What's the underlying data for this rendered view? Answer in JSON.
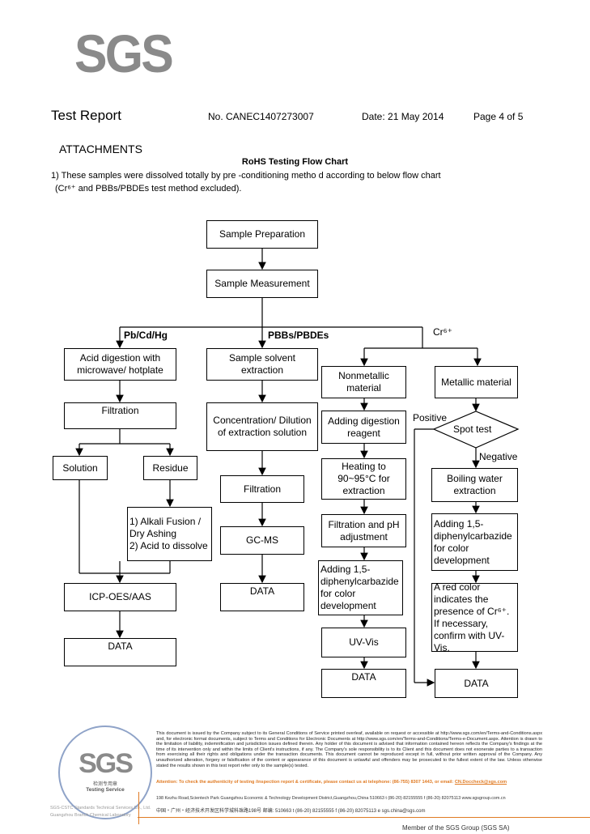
{
  "logo": "SGS",
  "header": {
    "title": "Test Report",
    "report_no": "No. CANEC1407273007",
    "date": "Date: 21 May 2014",
    "page": "Page 4 of 5"
  },
  "section": "ATTACHMENTS",
  "chart_title": "RoHS Testing Flow Chart",
  "intro_line1": "1) These samples were dissolved totally by pre -conditioning metho d according to below flow chart",
  "intro_line2": "(Cr⁶⁺ and PBBs/PBDEs  test method excluded).",
  "flow": {
    "sample_prep": "Sample Preparation",
    "sample_meas": "Sample Measurement",
    "branch_pb": "Pb/Cd/Hg",
    "branch_pbb": "PBBs/PBDEs",
    "branch_cr": "Cr⁶⁺",
    "acid": "Acid digestion with microwave/ hotplate",
    "filtration1": "Filtration",
    "solution": "Solution",
    "residue": "Residue",
    "residue_steps": "1) Alkali Fusion / Dry Ashing\n2) Acid to dissolve",
    "icp": "ICP-OES/AAS",
    "data1": "DATA",
    "solvent": "Sample solvent extraction",
    "concentration": "Concentration/ Dilution of extraction solution",
    "filtration2": "Filtration",
    "gcms": "GC-MS",
    "data2": "DATA",
    "nonmetallic": "Nonmetallic material",
    "metallic": "Metallic material",
    "digestion": "Adding digestion reagent",
    "heating": "Heating to 90~95°C for extraction",
    "filtration_ph": "Filtration and pH adjustment",
    "adding1": "Adding 1,5-diphenylcarbazide for color development",
    "uvvis": "UV-Vis",
    "data3": "DATA",
    "spot": "Spot test",
    "positive": "Positive",
    "negative": "Negative",
    "boiling": "Boiling water extraction",
    "adding2": "Adding 1,5-diphenylcarbazide for color development",
    "red": "A red color indicates the presence of Cr⁶⁺. If necessary, confirm with UV-Vis.",
    "data4": "DATA"
  },
  "footer": {
    "stamp_text": "SGS",
    "stamp_sub": "检测专用章",
    "stamp_service": "Testing Service",
    "company1": "SGS-CSTC Standards Technical Services Co., Ltd.",
    "company2": "Guangzhou Branch Chemical Laboratory",
    "disclaimer": "This document is issued by the Company subject to its General Conditions of Service printed overleaf, available on request or accessible at http://www.sgs.com/en/Terms-and-Conditions.aspx and, for electronic format documents, subject to Terms and Conditions for Electronic Documents at http://www.sgs.com/en/Terms-and-Conditions/Terms-e-Document.aspx. Attention is drawn to the limitation of liability, indemnification and jurisdiction issues defined therein. Any holder of this document is advised that information contained hereon reflects the Company's findings at the time of its intervention only and within the limits of Client's instructions, if any. The Company's sole responsibility is to its Client and this document does not exonerate parties to a transaction from exercising all their rights and obligations under the transaction documents. This document cannot be reproduced except in full, without prior written approval of the Company. Any unauthorized alteration, forgery or falsification of the content or appearance of this document is unlawful and offenders may be prosecuted to the fullest extent of the law. Unless otherwise stated the results shown in this test report refer only to the sample(s) tested.",
    "attention": "Attention: To check the authenticity of testing /inspection report & certificate, please contact us at telephone: (86-755) 8307 1443, or email: ",
    "email": "CN.Doccheck@sgs.com",
    "address_en": "198 Kezhu Road,Scientech Park Guangzhou Economic & Technology Development District,Guangzhou,China  510663   t (86-20) 82155555   f (86-20) 82075113   www.sgsgroup.com.cn",
    "address_cn": "中国・广州・经济技术开发区科学城科珠路198号        邮编: 510663   t (86-20) 82155555   f (86-20) 82075113   e sgs.china@sgs.com",
    "member": "Member of the SGS Group (SGS SA)"
  },
  "colors": {
    "logo": "#8a8a8a",
    "accent": "#e07b24"
  }
}
